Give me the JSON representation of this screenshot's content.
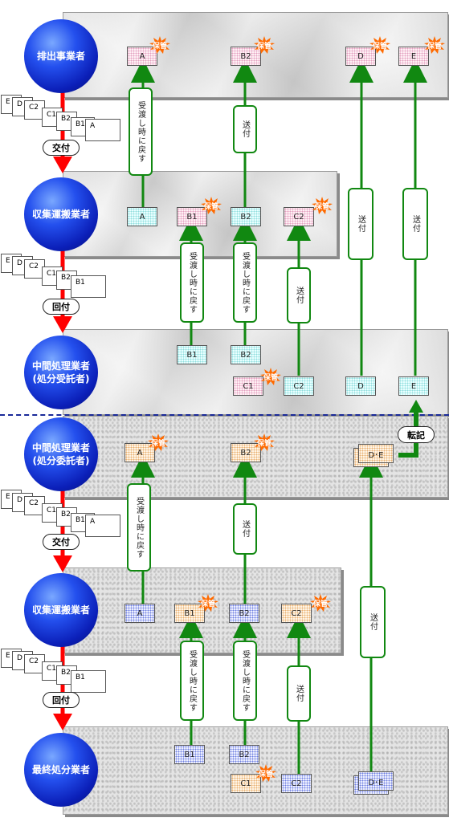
{
  "actors": {
    "s1": "排出事業者",
    "s2": "収集運搬業者",
    "s3_line1": "中間処理業者",
    "s3_line2": "(処分受託者)",
    "s4_line1": "中間処理業者",
    "s4_line2": "(処分委託者)",
    "s5": "収集運搬業者",
    "s6": "最終処分業者"
  },
  "docs": {
    "A": "A",
    "B1": "B1",
    "B2": "B2",
    "C1": "C1",
    "C2": "C2",
    "D": "D",
    "E": "E",
    "DE": "D･E"
  },
  "stack_labels": [
    "E",
    "D",
    "C2",
    "C1",
    "B2",
    "B1",
    "A"
  ],
  "labels": {
    "hokan": "保管",
    "return": "受渡し時に戻す",
    "send": "送付",
    "koufu": "交付",
    "kaifu": "回付",
    "tenki": "転記"
  },
  "colors": {
    "arrow": "#118811",
    "sphere": "#1a3ae0",
    "red_arrow": "#ff0000",
    "stamp": "#ff6a00",
    "divider": "#1a2a99"
  }
}
